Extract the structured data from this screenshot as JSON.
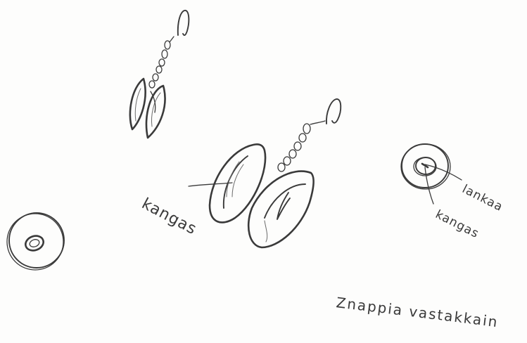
{
  "labels": {
    "fabric_left": "kangas",
    "thread": "lankaa",
    "fabric_right": "kangas",
    "caption": "Znappia vastakkain"
  },
  "colors": {
    "paper": "#fdfdfc",
    "pencil": "#3a3a3a"
  }
}
